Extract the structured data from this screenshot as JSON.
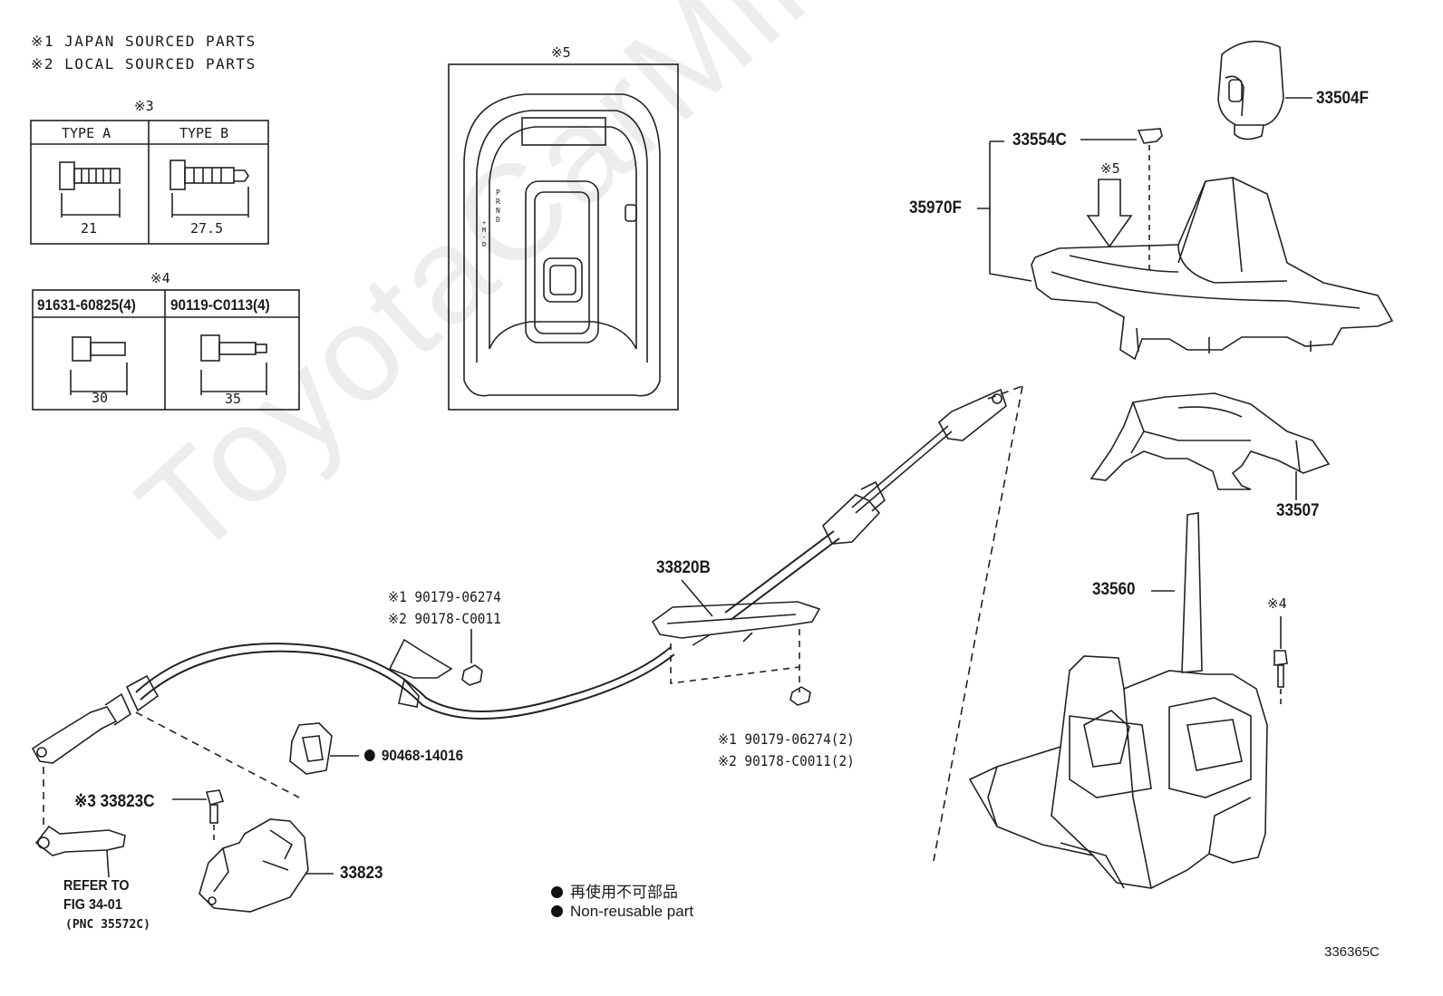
{
  "notes": {
    "note1": "※1 JAPAN SOURCED PARTS",
    "note2": "※2 LOCAL SOURCED PARTS"
  },
  "table3": {
    "marker": "※3",
    "type_a": "TYPE  A",
    "type_b": "TYPE  B",
    "dim_a": "21",
    "dim_b": "27.5"
  },
  "table4": {
    "marker": "※4",
    "col1": "91631-60825(4)",
    "col2": "90119-C0113(4)",
    "dim1": "30",
    "dim2": "35"
  },
  "inset5": {
    "marker": "※5",
    "gear_letters": "P R N D",
    "gear_side": "+ M - D"
  },
  "parts": {
    "p33504F": "33504F",
    "p33554C": "33554C",
    "p35970F": "35970F",
    "marker5": "※5",
    "p33507": "33507",
    "p33560": "33560",
    "marker4": "※4",
    "p33820B": "33820B",
    "n1a": "※1 90179-06274",
    "n2a": "※2 90178-C0011",
    "n1b": "※1 90179-06274(2)",
    "n2b": "※2 90178-C0011(2)",
    "p90468": "90468-14016",
    "p33823C": "※3 33823C",
    "p33823": "33823",
    "refer1": "REFER TO",
    "refer2": "FIG 34-01",
    "refer3": "(PNC 35572C)"
  },
  "legend": {
    "jp": "再使用不可部品",
    "en": "Non-reusable part"
  },
  "watermark": "ToyotaCarMine.ru",
  "figure_code": "336365C"
}
